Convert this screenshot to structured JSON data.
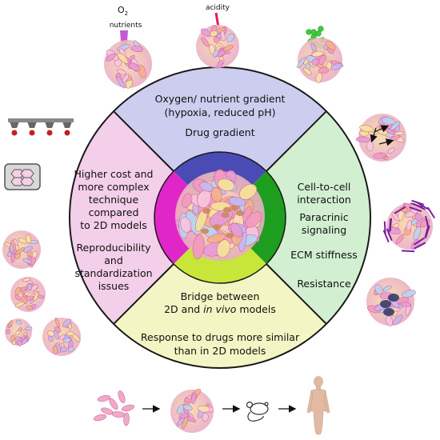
{
  "top_labels": {
    "o2": "O",
    "o2_sub": "2",
    "nutrients": "nutrients",
    "acidity": "acidity"
  },
  "segments": {
    "top": [
      "Oxygen/ nutrient gradient",
      "(hypoxia, reduced pH)",
      "Drug gradient"
    ],
    "right": [
      "Cell-to-cell",
      "interaction",
      "Paracrinic",
      "signaling",
      "ECM stiffness",
      "Resistance"
    ],
    "bottom": {
      "line1": "Bridge between",
      "line2_pre": "2D and ",
      "line2_italic": "in vivo",
      "line2_post": " models",
      "line3": "Response to drugs more similar",
      "line4": "than in 2D models"
    },
    "left": [
      "Higher cost and",
      "more complex",
      "technique",
      "compared",
      "to 2D models",
      "Reproducibility",
      "and",
      "standardization",
      "issues"
    ]
  },
  "colors": {
    "top": "#cdcdf0",
    "right": "#d2efd2",
    "bottom": "#f3f6c4",
    "left": "#f3cfe9",
    "inner_top": "#4b4bb6",
    "inner_right": "#1e9e1e",
    "inner_bottom": "#c8e63a",
    "inner_left": "#e026c8",
    "outline": "#1a1a1a"
  },
  "icons": {
    "spheroid": "spheroid-icon",
    "mouse": "mouse-icon",
    "human": "human-silhouette-icon",
    "arrow": "arrow-right-icon",
    "plate": "multiwell-plate-icon",
    "hanging_drop": "hanging-drop-icon"
  }
}
